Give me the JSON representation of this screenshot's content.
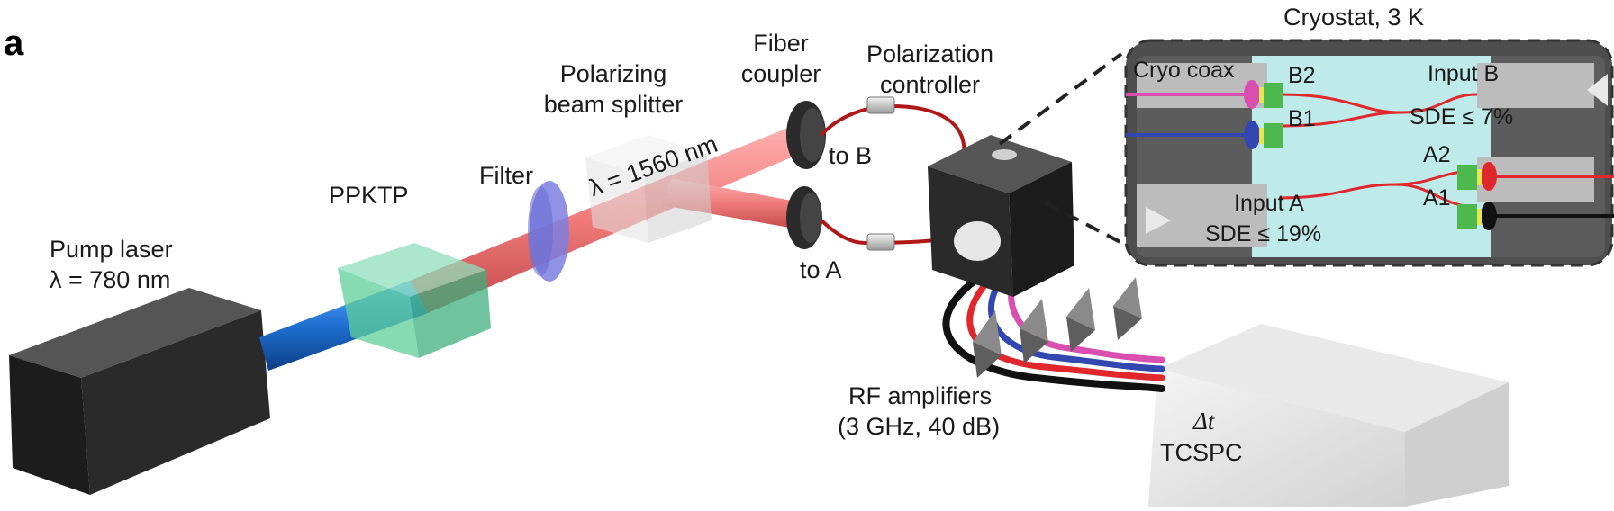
{
  "panel_label": "a",
  "labels": {
    "pump_laser": "Pump laser",
    "pump_wavelength": "λ = 780 nm",
    "ppktp": "PPKTP",
    "filter": "Filter",
    "pbs_line1": "Polarizing",
    "pbs_line2": "beam splitter",
    "signal_wavelength": "λ = 1560 nm",
    "fiber_coupler_line1": "Fiber",
    "fiber_coupler_line2": "coupler",
    "pol_ctrl_line1": "Polarization",
    "pol_ctrl_line2": "controller",
    "to_b": "to B",
    "to_a": "to A",
    "rf_line1": "RF amplifiers",
    "rf_line2": "(3 GHz, 40 dB)",
    "delta_t": "Δt",
    "tcspc": "TCSPC",
    "cryostat": "Cryostat, 3 K"
  },
  "inset": {
    "cryo_coax": "Cryo coax",
    "b2": "B2",
    "b1": "B1",
    "a2": "A2",
    "a1": "A1",
    "input_b": "Input B",
    "sde_b": "SDE ≤ 7%",
    "input_a": "Input A",
    "sde_a": "SDE ≤ 19%"
  },
  "colors": {
    "pump_beam": "#1e6fd0",
    "signal_beam": "#f07a7a",
    "crystal": "#5fcf9a",
    "filter": "#7b7fe0",
    "device_body": "#2a2a2a",
    "chip_bg": "#bfeaea",
    "coax_pink": "#d94fb0",
    "coax_blue": "#3347b0",
    "coax_red": "#e0282c",
    "coax_black": "#111111"
  }
}
